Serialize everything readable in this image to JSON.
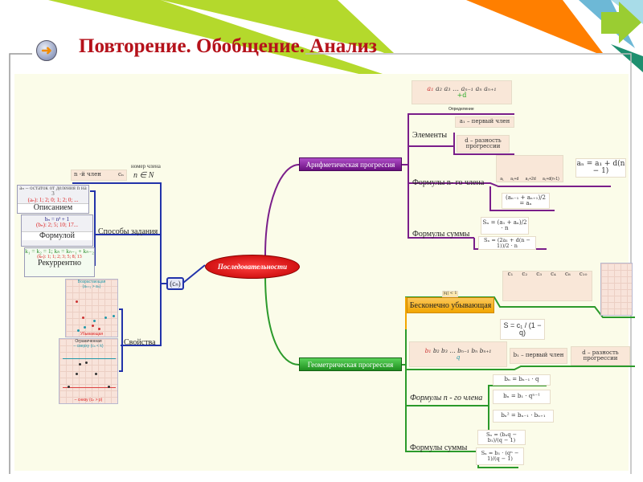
{
  "slide": {
    "title": "Повторение. Обобщение. Анализ",
    "nav_icon": "arrow-right-icon",
    "accent": "#b5121b"
  },
  "center": {
    "label": "Последовательности",
    "symbol": "(cₙ)"
  },
  "left": {
    "header": {
      "term": "n -й член",
      "symbol": "cₙ",
      "note": "номер члена",
      "domain": "n ∈ N"
    },
    "ways_label": "Способы задания",
    "ways": [
      {
        "formula": "aₙ – остаток от деления n на 3",
        "values": "(aₙ): 1; 2; 0; 1; 2; 0; ...",
        "label": "Описанием"
      },
      {
        "formula": "bₙ = n² + 1",
        "values": "(bₙ): 2; 5; 10; 17...",
        "label": "Формулой"
      },
      {
        "formula": "k₁ = k₂ = 1;  kₙ = kₙ₋₁ + kₙ₋₂",
        "values": "(kₙ): 1; 1; 2; 3; 5; 8; 13",
        "label": "Рекуррентно"
      }
    ],
    "props_label": "Свойства",
    "props": [
      {
        "top": "Возрастающая",
        "top_cond": "(aₙ₊₁ > aₙ)",
        "bottom": "Убывающая"
      },
      {
        "top": "Ограниченная",
        "top_cond": "– сверху (cₙ < k)",
        "bottom_cond": "– снизу (cₙ > p)"
      }
    ]
  },
  "arith": {
    "label": "Арифметическая прогрессия",
    "definition_chain": [
      "a₁",
      "a₂",
      "a₃",
      "aₙ₋₁",
      "aₙ",
      "aₙ₊₁"
    ],
    "step": "+d",
    "definition_caption": "Определение",
    "elements_label": "Элементы",
    "elements": [
      "a₁ – первый член",
      "d – разность прогрессии"
    ],
    "nth_label": "Формулы n- го члена",
    "nth_bars": [
      "a₁",
      "a₁+d",
      "a₁+2d",
      "a₁+d(n-1)"
    ],
    "nth": [
      "aₙ = a₁ + d(n − 1)",
      "(aₙ₋₁ + aₙ₊₁)/2 = aₙ"
    ],
    "sum_label": "Формулы суммы",
    "sums": [
      "Sₙ = (a₁ + aₙ)/2 · n",
      "Sₙ = (2a₁ + d(n − 1))/2 · n"
    ]
  },
  "geom": {
    "label": "Геометрическая прогрессия",
    "decreasing_cond": "|q| < 1",
    "decreasing_label": "Бесконечно убывающая",
    "decreasing_chain": [
      "c₁",
      "c₂",
      "c₃",
      "c₄",
      "c₈",
      "c₁₀"
    ],
    "decreasing_sum": "S = c₁ / (1 − q)",
    "chain": [
      "b₁",
      "b₂",
      "b₃",
      "bₙ₋₁",
      "bₙ",
      "bₙ₊₁"
    ],
    "ratio": "q",
    "elements": [
      "b₁ – первый член",
      "d – разность прогрессии"
    ],
    "nth_label": "Формулы n - го члена",
    "nth": [
      "bₙ = bₙ₋₁ · q",
      "bₙ = b₁ · qⁿ⁻¹",
      "bₙ² = bₙ₋₁ · bₙ₊₁"
    ],
    "sum_label": "Формулы суммы",
    "sums": [
      "Sₙ = (bₙq − b₁)/(q − 1)",
      "Sₙ = b₁ · (qⁿ − 1)/(q − 1)"
    ]
  }
}
